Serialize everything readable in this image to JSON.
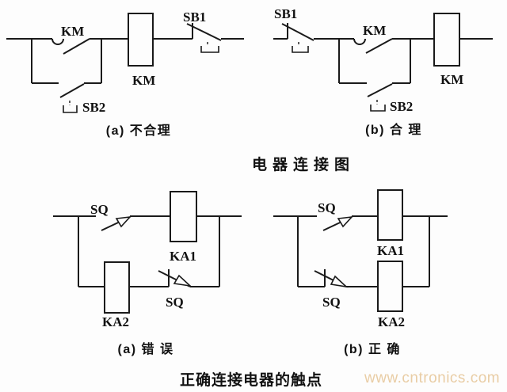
{
  "page": {
    "background": "#fdfdfd",
    "line_color": "#1a1a1a",
    "watermark_color": "#e9cda5"
  },
  "sections": {
    "top": {
      "title": "电器连接图",
      "left": {
        "caption": "(a) 不合理",
        "labels": {
          "km_contact": "KM",
          "km_coil": "KM",
          "sb1": "SB1",
          "sb2": "SB2"
        }
      },
      "right": {
        "caption": "(b) 合 理",
        "labels": {
          "km_contact": "KM",
          "km_coil": "KM",
          "sb1": "SB1",
          "sb2": "SB2"
        }
      }
    },
    "bottom": {
      "title": "正确连接电器的触点",
      "left": {
        "caption": "(a) 错 误",
        "labels": {
          "sq_no": "SQ",
          "ka1": "KA1",
          "sq_nc": "SQ",
          "ka2": "KA2"
        }
      },
      "right": {
        "caption": "(b) 正 确",
        "labels": {
          "sq_no": "SQ",
          "ka1": "KA1",
          "sq_nc": "SQ",
          "ka2": "KA2"
        }
      }
    },
    "watermark": "www.cntronics.com"
  }
}
